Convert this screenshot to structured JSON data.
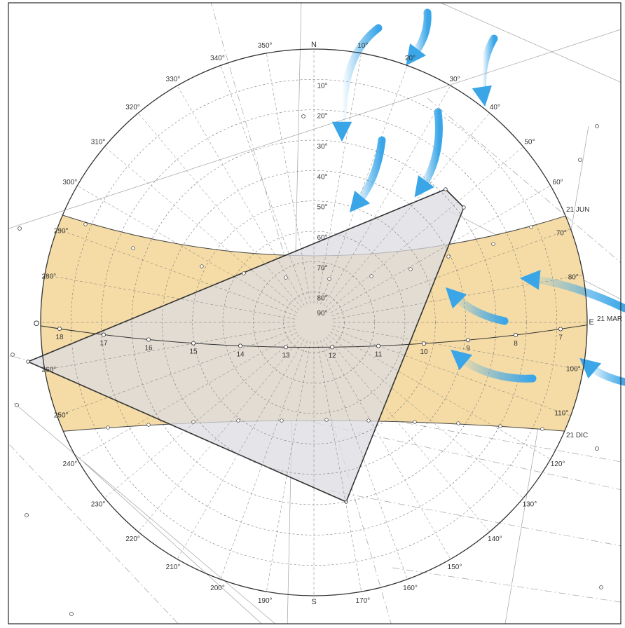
{
  "compass": {
    "north": "N",
    "south": "S",
    "east": "E",
    "west": "O"
  },
  "azimuth_labels": [
    "10°",
    "20°",
    "30°",
    "40°",
    "50°",
    "60°",
    "70°",
    "80°",
    "100°",
    "110°",
    "120°",
    "130°",
    "140°",
    "150°",
    "160°",
    "170°",
    "190°",
    "200°",
    "210°",
    "220°",
    "230°",
    "240°",
    "250°",
    "260°",
    "280°",
    "290°",
    "300°",
    "310°",
    "320°",
    "330°",
    "340°",
    "350°"
  ],
  "altitude_labels": [
    "10°",
    "20°",
    "30°",
    "40°",
    "50°",
    "60°",
    "70°",
    "80°",
    "90°"
  ],
  "sun_paths": {
    "june_label": "21 JUN",
    "march_label": "21 MAR",
    "december_label": "21 DIC"
  },
  "hour_labels": [
    "18",
    "17",
    "16",
    "15",
    "14",
    "13",
    "12",
    "11",
    "10",
    "9",
    "8",
    "7"
  ],
  "colors": {
    "sun_band": "#f5dca6",
    "obstruction": "#dcdce2",
    "wind": "#3aa6e8",
    "lines": "#444444"
  },
  "wind_icons": [
    "wind-arrow-icon"
  ]
}
